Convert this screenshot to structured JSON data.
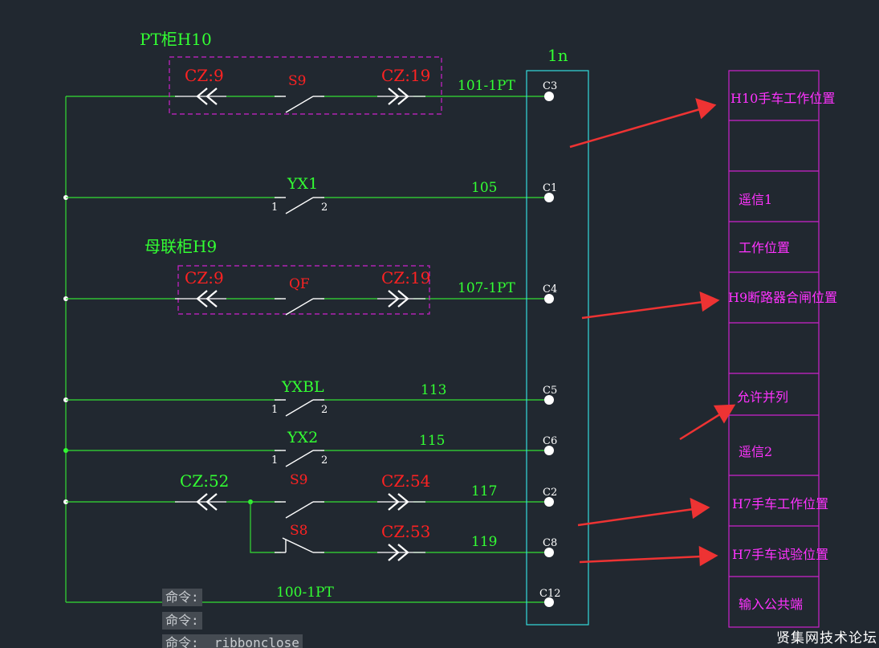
{
  "colors": {
    "background": "#212830",
    "wire": "#33dd33",
    "label_green": "#33ff33",
    "label_red": "#ff2222",
    "contact_white": "#ffffff",
    "terminal_block": "#33dddd",
    "box_magenta": "#cc22cc",
    "text_magenta": "#ff33ff",
    "arrow": "#ee3333"
  },
  "titles": {
    "pt_cabinet": "PT柜H10",
    "bus_tie_cabinet": "母联柜H9",
    "terminal_block": "1n"
  },
  "circuits": [
    {
      "left_plug": "CZ:9",
      "switch": "S9",
      "right_plug": "CZ:19",
      "wire": "101-1PT",
      "terminal": "C3"
    },
    {
      "switch": "YX1",
      "pin_left": "1",
      "pin_right": "2",
      "wire": "105",
      "terminal": "C1"
    },
    {
      "left_plug": "CZ:9",
      "switch": "QF",
      "right_plug": "CZ:19",
      "wire": "107-1PT",
      "terminal": "C4"
    },
    {
      "switch": "YXBL",
      "pin_left": "1",
      "pin_right": "2",
      "wire": "113",
      "terminal": "C5"
    },
    {
      "switch": "YX2",
      "pin_left": "1",
      "pin_right": "2",
      "wire": "115",
      "terminal": "C6"
    },
    {
      "left_plug": "CZ:52",
      "switch": "S9",
      "right_plug": "CZ:54",
      "wire": "117",
      "terminal": "C2"
    },
    {
      "switch": "S8",
      "right_plug": "CZ:53",
      "wire": "119",
      "terminal": "C8"
    },
    {
      "wire": "100-1PT",
      "terminal": "C12"
    }
  ],
  "signal_table": [
    "H10手车工作位置",
    "",
    "遥信1",
    "工作位置",
    "H9断路器合闸位置",
    "",
    "允许并列",
    "遥信2",
    "H7手车工作位置",
    "H7手车试验位置",
    "输入公共端"
  ],
  "command_lines": [
    "命令:",
    "命令:",
    "命令:  ribbonclose"
  ],
  "watermark": "贤集网技术论坛"
}
